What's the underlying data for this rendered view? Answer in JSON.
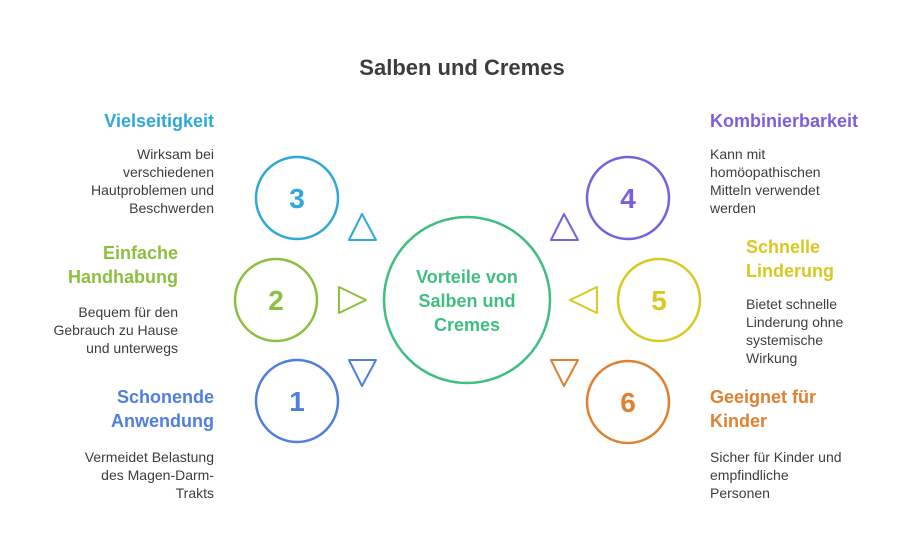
{
  "title": "Salben und Cremes",
  "center": {
    "line1": "Vorteile von",
    "line2": "Salben und",
    "line3": "Cremes",
    "color": "#3fbf7f"
  },
  "items": [
    {
      "number": "1",
      "heading_lines": [
        "Schonende",
        "Anwendung"
      ],
      "desc_lines": [
        "Vermeidet Belastung",
        "des Magen-Darm-",
        "Trakts"
      ],
      "color": "#4f7ee0"
    },
    {
      "number": "2",
      "heading_lines": [
        "Einfache",
        "Handhabung"
      ],
      "desc_lines": [
        "Bequem für den",
        "Gebrauch zu Hause",
        "und unterwegs"
      ],
      "color": "#8cbf3f"
    },
    {
      "number": "3",
      "heading_lines": [
        "Vielseitigkeit"
      ],
      "desc_lines": [
        "Wirksam bei",
        "verschiedenen",
        "Hautproblemen und",
        "Beschwerden"
      ],
      "color": "#2fa8d8"
    },
    {
      "number": "4",
      "heading_lines": [
        "Kombinierbarkeit"
      ],
      "desc_lines": [
        "Kann mit",
        "homöopathischen",
        "Mitteln verwendet",
        "werden"
      ],
      "color": "#7a5ee0"
    },
    {
      "number": "5",
      "heading_lines": [
        "Schnelle",
        "Linderung"
      ],
      "desc_lines": [
        "Bietet schnelle",
        "Linderung ohne",
        "systemische",
        "Wirkung"
      ],
      "color": "#d8c820"
    },
    {
      "number": "6",
      "heading_lines": [
        "Geeignet für",
        "Kinder"
      ],
      "desc_lines": [
        "Sicher für Kinder und",
        "empfindliche",
        "Personen"
      ],
      "color": "#e08030"
    }
  ]
}
